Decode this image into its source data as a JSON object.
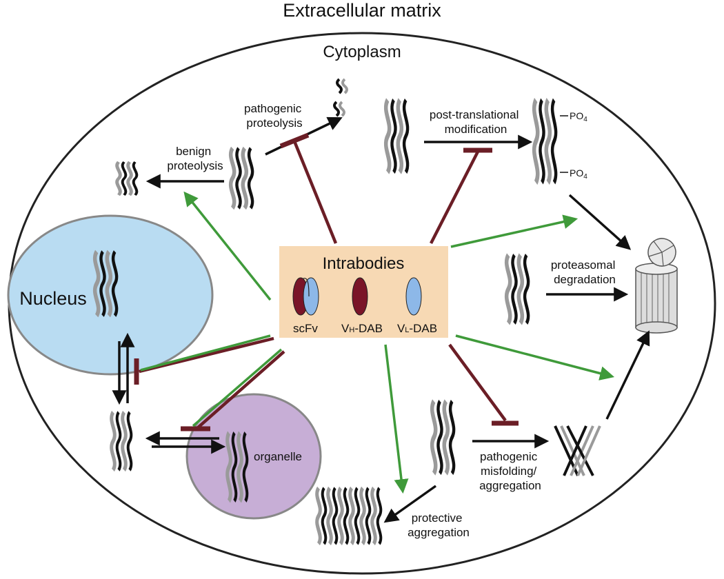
{
  "title": "Extracellular matrix",
  "cytoplasm": "Cytoplasm",
  "nucleus": "Nucleus",
  "organelle": "organelle",
  "center_box": {
    "title": "Intrabodies",
    "formats": [
      {
        "label": "scFv"
      },
      {
        "label_main": "V",
        "label_sub": "H",
        "label_tail": "-DAB"
      },
      {
        "label_main": "V",
        "label_sub": "L",
        "label_tail": "-DAB"
      }
    ]
  },
  "pathways": {
    "pathogenic_proteolysis": [
      "pathogenic",
      "proteolysis"
    ],
    "benign_proteolysis": [
      "benign",
      "proteolysis"
    ],
    "ptm": [
      "post-translational",
      "modification"
    ],
    "po4_top": "PO",
    "po4_bottom": "PO",
    "po4_sub": "4",
    "proteasomal": [
      "proteasomal",
      "degradation"
    ],
    "misfolding": [
      "pathogenic",
      "misfolding/",
      "aggregation"
    ],
    "protective": [
      "protective",
      "aggregation"
    ]
  },
  "colors": {
    "box_fill": "#f7d9b4",
    "nucleus_fill": "#b9dcf2",
    "organelle_fill": "#c7aed6",
    "inhibit": "#6b1e26",
    "promote": "#3f9a3a",
    "heavy_chain": "#7a1428",
    "light_chain": "#8db8e8"
  }
}
